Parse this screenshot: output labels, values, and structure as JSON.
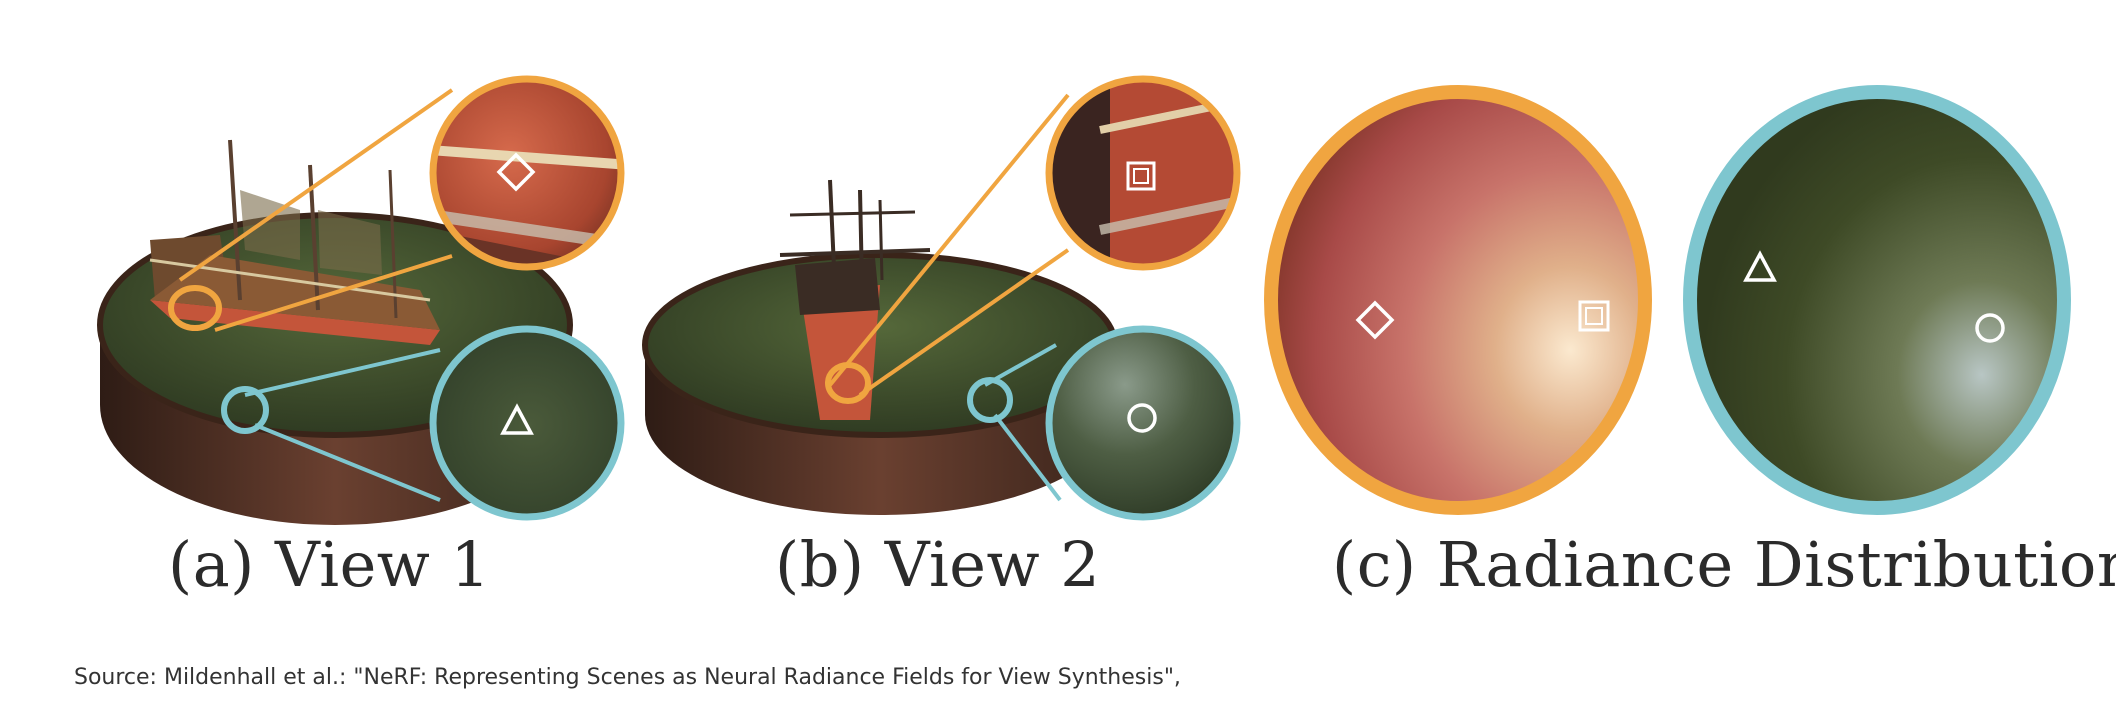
{
  "figure": {
    "panels": [
      {
        "id": "a",
        "caption": "(a) View 1"
      },
      {
        "id": "b",
        "caption": "(b) View 2"
      },
      {
        "id": "c",
        "caption": "(c) Radiance Distributions"
      }
    ],
    "colors": {
      "orange_ring": "#f0a540",
      "teal_ring": "#7ec6cf",
      "water": "#3e4d2c",
      "basin_wall": "#4a2e22",
      "hull": "#c4553a"
    },
    "markers": [
      "diamond",
      "square",
      "triangle",
      "circle"
    ]
  },
  "source": "Source: Mildenhall et al.: \"NeRF: Representing Scenes as Neural Radiance Fields for View Synthesis\","
}
